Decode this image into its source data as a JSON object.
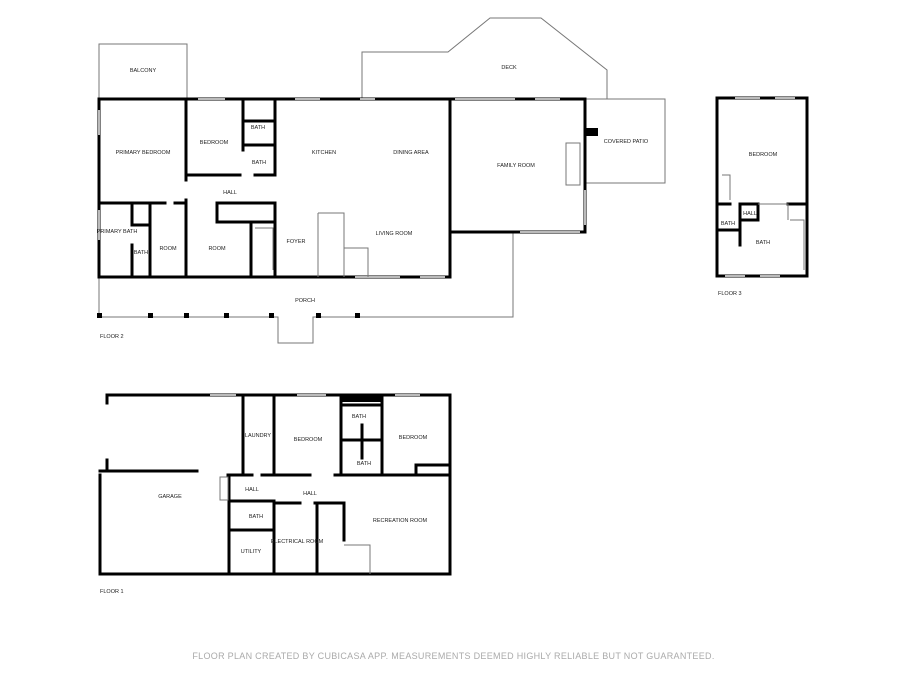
{
  "floor2": {
    "name": "FLOOR 2",
    "rooms": {
      "balcony": "BALCONY",
      "primary_bedroom": "PRIMARY BEDROOM",
      "bedroom": "BEDROOM",
      "bath_a": "BATH",
      "bath_b": "BATH",
      "kitchen": "KITCHEN",
      "dining_area": "DINING AREA",
      "deck": "DECK",
      "family_room": "FAMILY ROOM",
      "covered_patio": "COVERED PATIO",
      "hall": "HALL",
      "primary_bath": "PRIMARY BATH",
      "bath_c": "BATH",
      "room_a": "ROOM",
      "room_b": "ROOM",
      "foyer": "FOYER",
      "living_room": "LIVING ROOM",
      "porch": "PORCH"
    }
  },
  "floor3": {
    "name": "FLOOR 3",
    "rooms": {
      "bedroom": "BEDROOM",
      "hall": "HALL",
      "bath_a": "BATH",
      "bath_b": "BATH"
    }
  },
  "floor1": {
    "name": "FLOOR 1",
    "rooms": {
      "laundry": "LAUNDRY",
      "bedroom_a": "BEDROOM",
      "bath_a": "BATH",
      "bedroom_b": "BEDROOM",
      "bath_b": "BATH",
      "garage": "GARAGE",
      "hall_a": "HALL",
      "hall_b": "HALL",
      "bath_c": "BATH",
      "electrical_room": "ELECTRICAL ROOM",
      "recreation_room": "RECREATION ROOM",
      "utility": "UTILITY"
    }
  },
  "footer": "FLOOR PLAN CREATED BY CUBICASA APP. MEASUREMENTS DEEMED HIGHLY RELIABLE BUT NOT GUARANTEED."
}
